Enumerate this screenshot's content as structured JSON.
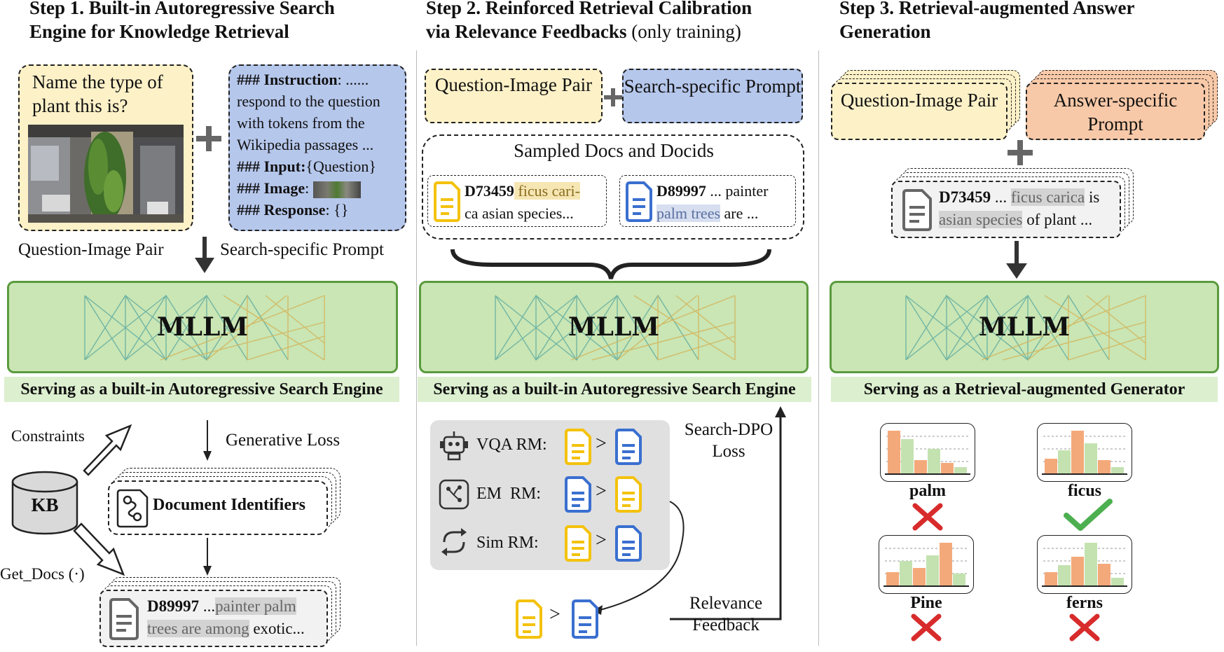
{
  "step1": {
    "title_bold": "Step 1. Built-in Autoregressive Search Engine for Knowledge Retrieval",
    "question": "Name the type of plant this is?",
    "prompt_lines": [
      {
        "bold": "### Instruction",
        "rest": ": ......"
      },
      {
        "bold": "",
        "rest": "respond to the question"
      },
      {
        "bold": "",
        "rest": "with tokens from the"
      },
      {
        "bold": "",
        "rest": "Wikipedia passages ..."
      },
      {
        "bold": "### Input:",
        "rest": "{Question}"
      },
      {
        "bold": "### Image",
        "rest": ":"
      },
      {
        "bold": "### Response",
        "rest": ": {}"
      }
    ],
    "label_left": "Question-Image Pair",
    "label_right": "Search-specific Prompt",
    "model": "MLLM",
    "serving": "Serving as a built-in Autoregressive Search Engine",
    "constraints": "Constraints",
    "kb": "KB",
    "generative_loss": "Generative Loss",
    "doc_identifiers": "Document Identifiers",
    "get_docs": "Get_Docs (·)",
    "doc_id": "D89997",
    "doc_text_1": " ...",
    "doc_hl_1": "painter palm",
    "doc_hl_2": "trees are among",
    "doc_text_2": " exotic..."
  },
  "step2": {
    "title_bold_1": "Step 2. Reinforced Retrieval Calibration",
    "title_bold_2": "via Relevance Feedbacks",
    "title_light": " (only training)",
    "qi_pair": "Question-Image Pair",
    "search_prompt": "Search-specific Prompt",
    "sampled": "Sampled Docs and Docids",
    "doc1_id": "D73459",
    "doc1_hl_a": " ficus cari-",
    "doc1_hl_b": "ca",
    "doc1_rest": "  asian species...",
    "doc2_id": "D89997",
    "doc2_rest_a": " ... painter",
    "doc2_hl": "palm trees",
    "doc2_rest_b": " are ...",
    "model": "MLLM",
    "serving": "Serving as a built-in Autoregressive Search Engine",
    "rms": [
      "VQA RM:",
      "EM  RM:",
      "Sim RM:"
    ],
    "gt": ">",
    "search_dpo_1": "Search-DPO",
    "search_dpo_2": "Loss",
    "relevance_1": "Relevance",
    "relevance_2": "Feedback"
  },
  "step3": {
    "title_bold": "Step 3. Retrieval-augmented Answer Generation",
    "qi_pair": "Question-Image Pair",
    "answer_prompt": "Answer-specific Prompt",
    "doc_id": "D73459",
    "doc_a": " ... ",
    "doc_hl_1": "ficus carica",
    "doc_b": " is",
    "doc_hl_2": "asian species",
    "doc_c": " of  plant ...",
    "model": "MLLM",
    "serving": "Serving as a Retrieval-augmented Generator",
    "answers": [
      {
        "label": "palm",
        "correct": false
      },
      {
        "label": "ficus",
        "correct": true
      },
      {
        "label": "Pine",
        "correct": false
      },
      {
        "label": "ferns",
        "correct": false
      }
    ]
  },
  "colors": {
    "yellow": "#fdf1c8",
    "blue": "#b6c7ec",
    "orange": "#f8c9a8",
    "green": "#c9e6b4",
    "doc_yellow": "#f4c20d",
    "doc_blue": "#3a6fd0",
    "cross": "#d82b2b",
    "check": "#4caf50"
  }
}
